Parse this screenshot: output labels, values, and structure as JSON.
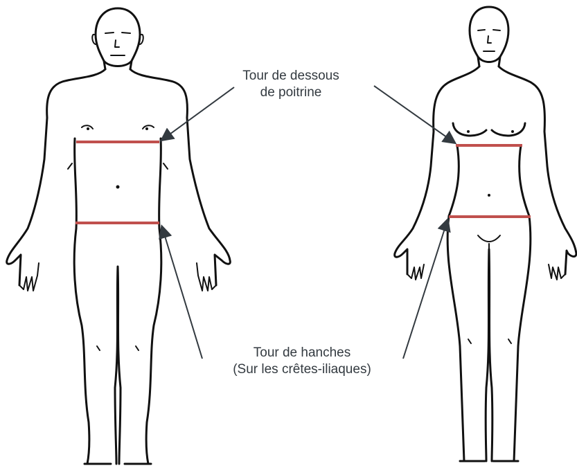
{
  "labels": {
    "under_bust_line1": "Tour de dessous",
    "under_bust_line2": "de poitrine",
    "hips_line1": "Tour de hanches",
    "hips_line2": "(Sur les crêtes-iliaques)"
  },
  "colors": {
    "measure_line": "#c0504d",
    "arrow": "#333a40",
    "outline": "#111111"
  }
}
